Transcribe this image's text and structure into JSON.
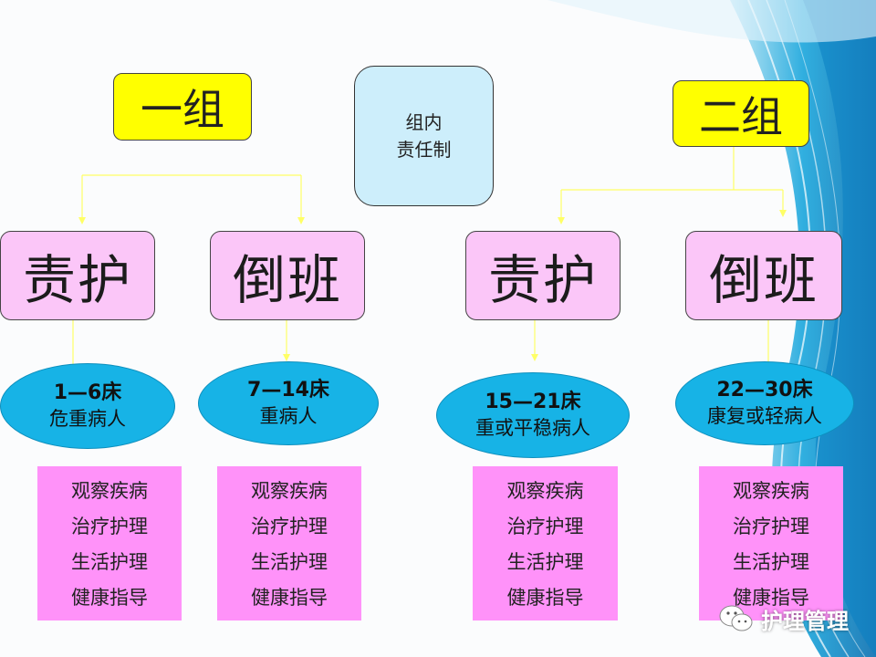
{
  "center": {
    "line1": "组内",
    "line2": "责任制"
  },
  "groups": [
    {
      "label": "一组",
      "members": [
        {
          "role": "责护",
          "beds": "1—6床",
          "patients": "危重病人",
          "tasks": [
            "观察疾病",
            "治疗护理",
            "生活护理",
            "健康指导"
          ]
        },
        {
          "role": "倒班",
          "beds": "7—14床",
          "patients": "重病人",
          "tasks": [
            "观察疾病",
            "治疗护理",
            "生活护理",
            "健康指导"
          ]
        }
      ]
    },
    {
      "label": "二组",
      "members": [
        {
          "role": "责护",
          "beds": "15—21床",
          "patients": "重或平稳病人",
          "tasks": [
            "观察疾病",
            "治疗护理",
            "生活护理",
            "健康指导"
          ]
        },
        {
          "role": "倒班",
          "beds": "22—30床",
          "patients": "康复或轻病人",
          "tasks": [
            "观察疾病",
            "治疗护理",
            "生活护理",
            "健康指导"
          ]
        }
      ]
    }
  ],
  "watermark": {
    "text": "护理管理",
    "icon": "wechat-icon"
  },
  "colors": {
    "group_box": "#ffff00",
    "center_box": "#cdeefb",
    "role_box": "#fbc6f8",
    "oval": "#17b3e6",
    "task_box": "#ff92f9",
    "connector": "#ffff66"
  }
}
